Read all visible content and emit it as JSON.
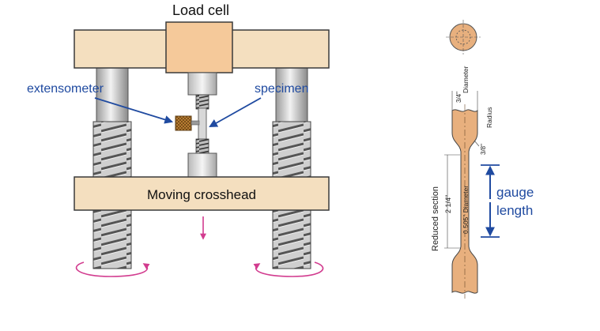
{
  "machine": {
    "load_cell_label": "Load cell",
    "extensometer_label": "extensometer",
    "specimen_label": "specimen",
    "crosshead_label": "Moving crosshead"
  },
  "specimen_drawing": {
    "diameter_label": "Diameter",
    "diameter_value": "3/4\"",
    "radius_label": "Radius",
    "radius_value": "3/8\"",
    "reduced_section_label": "Reduced section",
    "reduced_section_value": "2 1/4\"",
    "reduced_diameter_label": "0.505\" Diameter",
    "gauge_label_line1": "gauge",
    "gauge_label_line2": "length"
  },
  "colors": {
    "wood": "#f4dfbf",
    "wood_edge": "#3a3a3a",
    "load_cell": "#f5c99a",
    "blue_label": "#1f4aa0",
    "magenta_arrow": "#d23c8f",
    "specimen_fill": "#e8b07e"
  }
}
